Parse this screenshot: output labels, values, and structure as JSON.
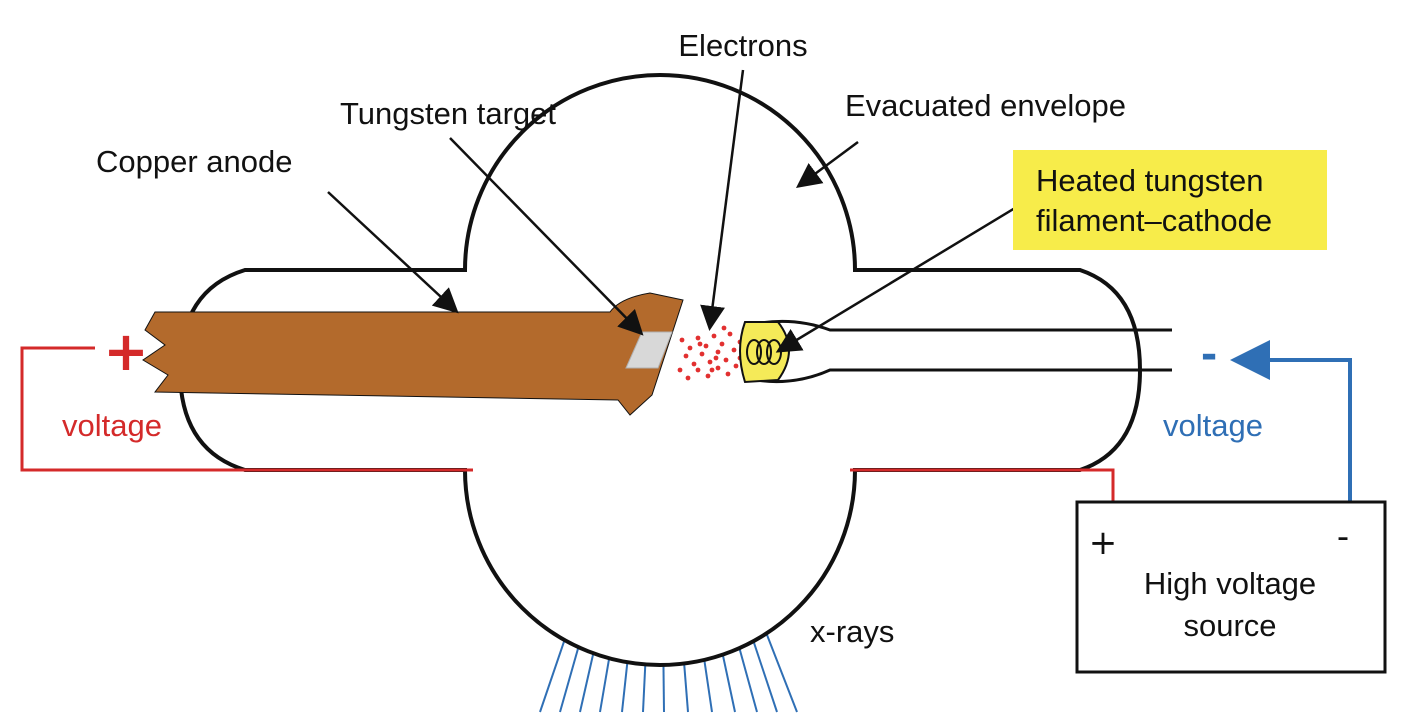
{
  "labels": {
    "electrons": "Electrons",
    "tungsten_target": "Tungsten target",
    "evacuated_envelope": "Evacuated envelope",
    "copper_anode": "Copper anode",
    "cathode_line1": "Heated tungsten",
    "cathode_line2": "filament–cathode",
    "plus_voltage_sign": "+",
    "plus_voltage_label": "voltage",
    "minus_voltage_sign": "-",
    "minus_voltage_label": "voltage",
    "xrays": "x-rays",
    "source_plus": "+",
    "source_minus": "-",
    "source_line1": "High voltage",
    "source_line2": "source"
  },
  "colors": {
    "outline": "#111111",
    "anode": "#b36a2c",
    "positive": "#d42a2a",
    "negative": "#2f6fb5",
    "highlight": "#f7ec4a",
    "filament": "#f5ea58",
    "target": "#d8d8d8",
    "electron_dots": "#e23030"
  }
}
